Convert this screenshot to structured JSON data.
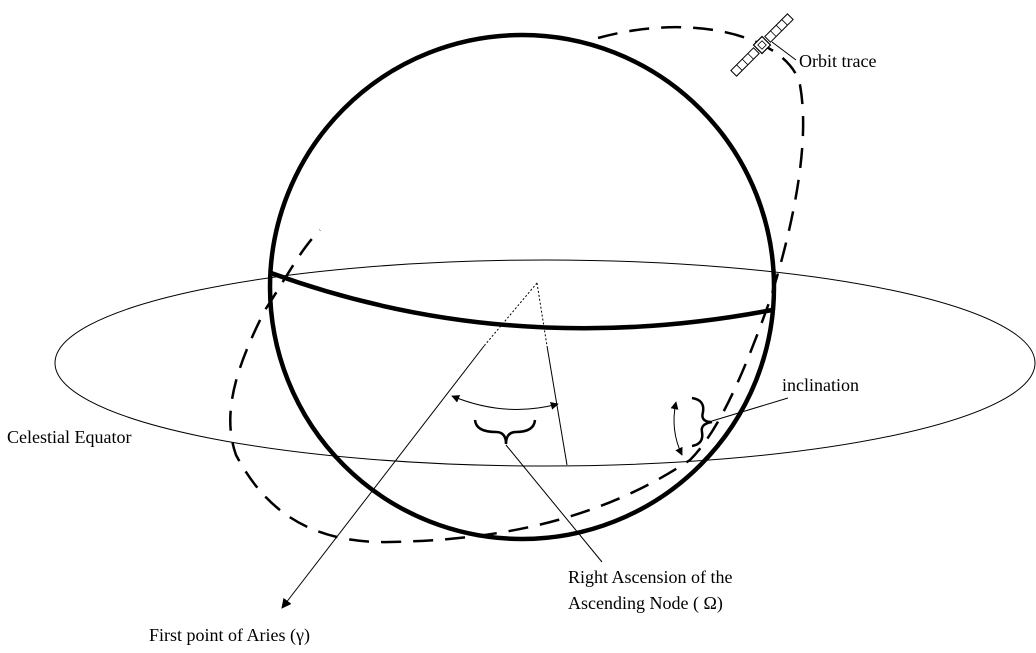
{
  "labels": {
    "orbit_trace": "Orbit trace",
    "inclination": "inclination",
    "celestial_equator": "Celestial Equator",
    "raan_line1": "Right Ascension of the",
    "raan_line2": "Ascending Node ( Ω)",
    "first_point_of_aries": "First point of Aries (γ)"
  },
  "icons": {
    "satellite": "satellite-icon"
  },
  "colors": {
    "stroke": "#000000",
    "background": "#ffffff"
  }
}
